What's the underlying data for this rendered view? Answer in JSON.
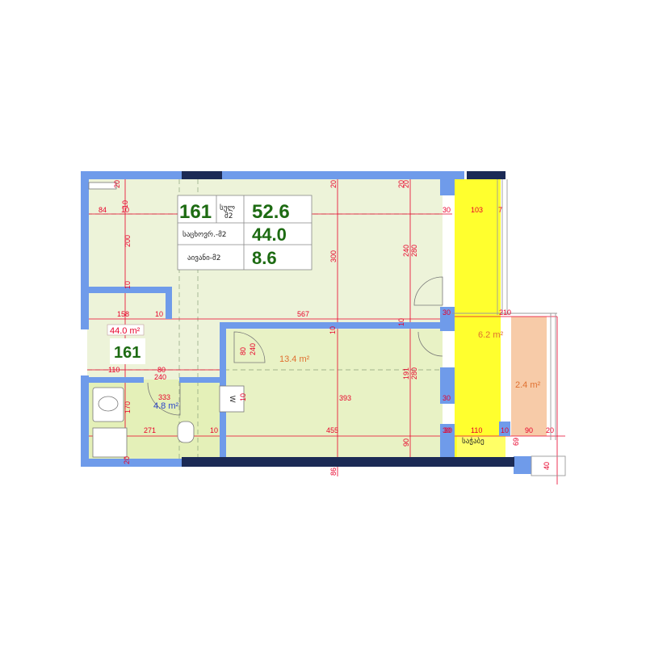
{
  "summary_table": {
    "apartment_number": "161",
    "total_label_line1": "სულ",
    "total_label_line2": "მ2",
    "total_value": "52.6",
    "living_label": "საცხოვრ.-მ2",
    "living_value": "44.0",
    "balcony_label": "აივანი-მ2",
    "balcony_value": "8.6"
  },
  "plan_labels": {
    "apartment_area_tag": "44.0 m²",
    "apartment_number_tag": "161",
    "room_area": "13.4 m²",
    "bathroom_area": "4.8 m²",
    "balcony_area": "6.2 m²",
    "loggia_area": "2.4 m²",
    "utility_label": "საჭაბე",
    "washer_mark": "W"
  },
  "dimensions": [
    "20",
    "84",
    "10",
    "200",
    "10",
    "158",
    "10",
    "567",
    "300",
    "20",
    "240",
    "280",
    "20",
    "30",
    "103",
    "7",
    "30",
    "210",
    "10",
    "10",
    "110",
    "80",
    "240",
    "80",
    "240",
    "333",
    "10",
    "393",
    "191",
    "280",
    "30",
    "30",
    "170",
    "271",
    "10",
    "455",
    "90",
    "30",
    "110",
    "10",
    "90",
    "20",
    "20",
    "86",
    "40",
    "10",
    "20",
    "69"
  ],
  "colors": {
    "wall": "#6f9bea",
    "wall_dark": "#1b2a55",
    "floor_living": "#edf3d9",
    "floor_bath": "#e4f0b8",
    "balcony": "#ffff2e",
    "loggia": "#f7cba8",
    "dimension": "#e8002a",
    "table_text": "#1d6b12"
  }
}
